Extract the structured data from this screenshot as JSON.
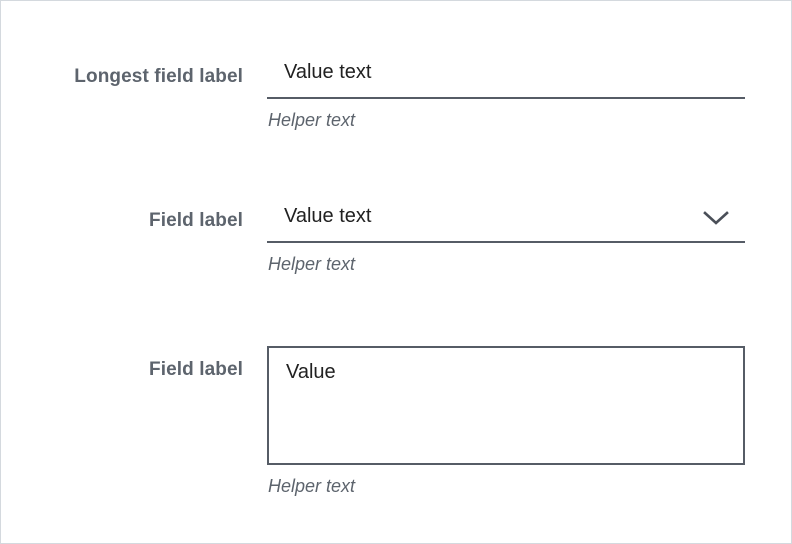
{
  "theme": {
    "frame_border_color": "#d4d9de",
    "label_color": "#5d646d",
    "value_color": "#212121",
    "helper_color": "#5d646d",
    "underline_color": "#565c66",
    "box_border_color": "#565c66",
    "background": "#ffffff"
  },
  "form": {
    "fields": [
      {
        "type": "text-input",
        "label": "Longest field label",
        "value": "Value text",
        "helper": "Helper text"
      },
      {
        "type": "select",
        "label": "Field label",
        "value": "Value text",
        "helper": "Helper text",
        "icon": "chevron-down-icon"
      },
      {
        "type": "textarea",
        "label": "Field label",
        "value": "Value",
        "helper": "Helper text"
      }
    ]
  }
}
